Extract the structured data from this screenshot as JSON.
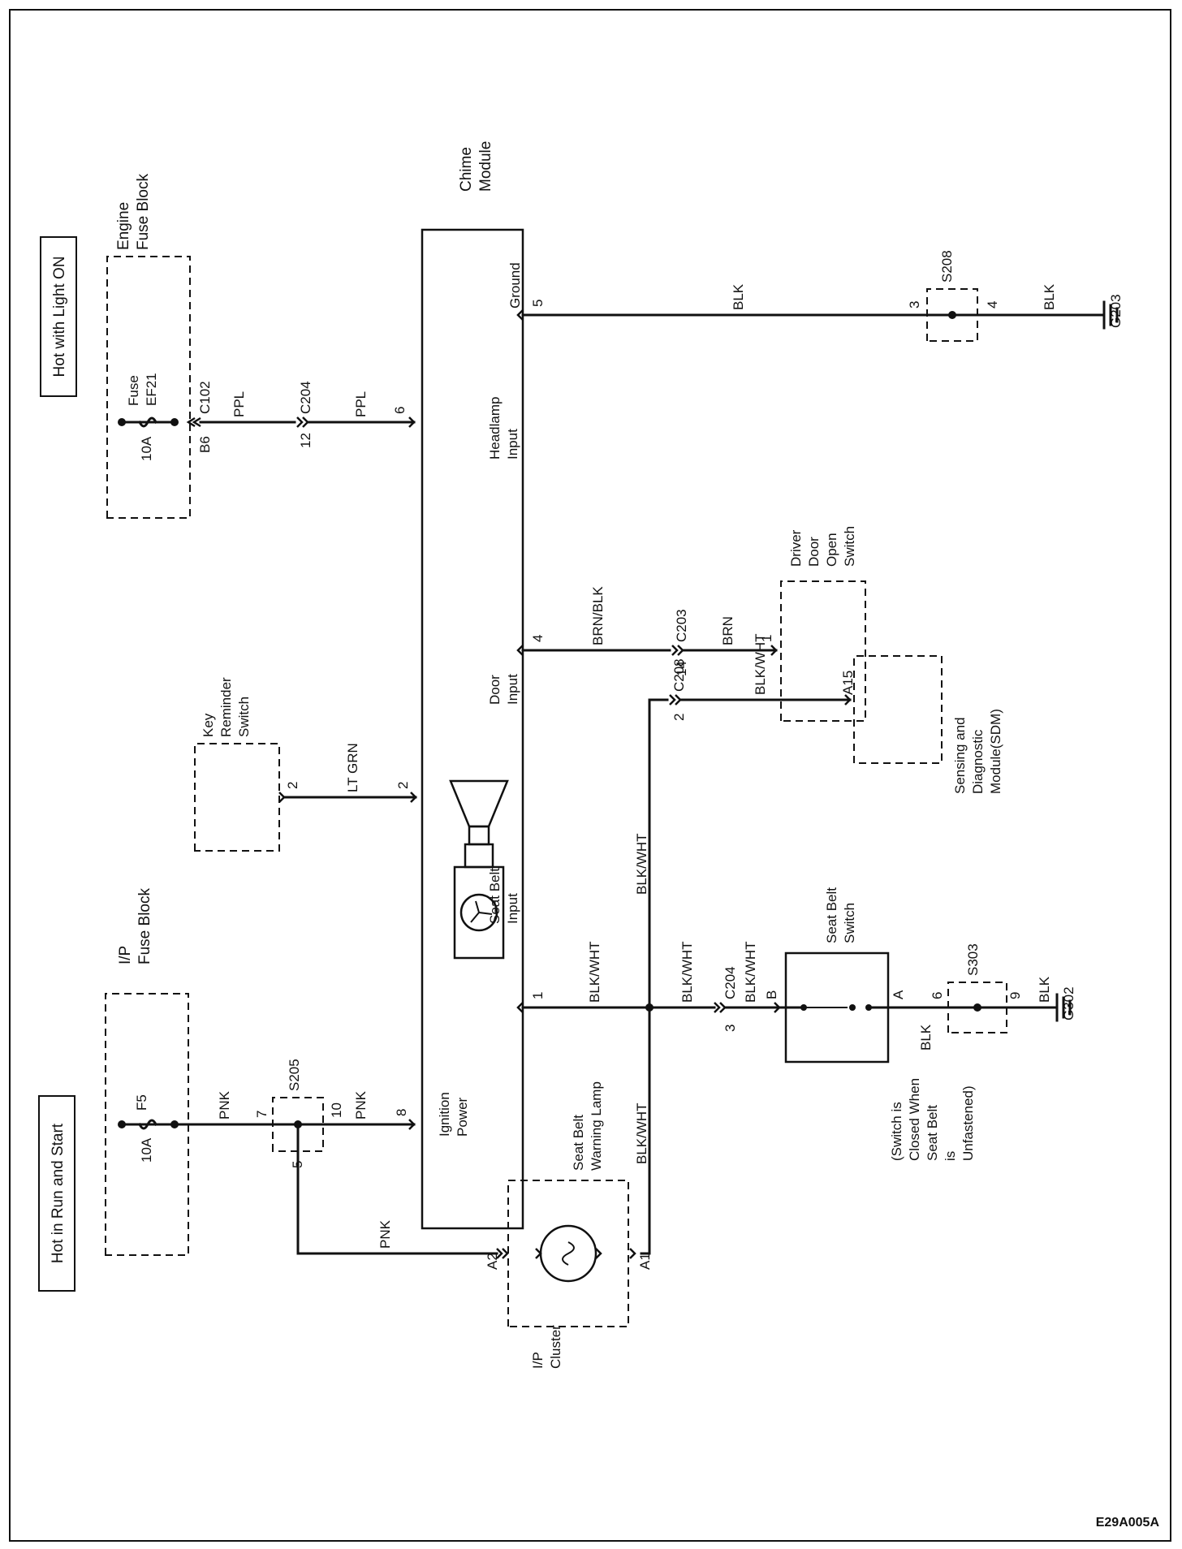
{
  "figure_id": "E29A005A",
  "power_sources": {
    "light_on": "Hot with Light ON",
    "run_start": "Hot in Run and Start"
  },
  "components": {
    "engine_fuse_block": [
      "Engine",
      "Fuse Block"
    ],
    "fuse_ef21": [
      "Fuse",
      "EF21"
    ],
    "fuse_ef21_rating": "10A",
    "ip_fuse_block": [
      "I/P",
      "Fuse Block"
    ],
    "fuse_f5": "F5",
    "fuse_f5_rating": "10A",
    "chime_module": [
      "Chime",
      "Module"
    ],
    "key_reminder": [
      "Key",
      "Reminder",
      "Switch"
    ],
    "driver_door": [
      "Driver",
      "Door",
      "Open",
      "Switch"
    ],
    "sdm": [
      "Sensing and",
      "Diagnostic",
      "Module(SDM)"
    ],
    "seat_belt_switch": [
      "Seat Belt",
      "Switch"
    ],
    "switch_note": [
      "(Switch is",
      "Closed When",
      "Seat Belt",
      "is",
      "Unfastened)"
    ],
    "warning_lamp": [
      "Seat Belt",
      "Warning Lamp"
    ],
    "ip_cluster": [
      "I/P",
      "Cluster"
    ]
  },
  "module_inputs": {
    "ground": "Ground",
    "headlamp": [
      "Headlamp",
      "Input"
    ],
    "door": [
      "Door",
      "Input"
    ],
    "seat_belt": [
      "Seat Belt",
      "Input"
    ],
    "ignition": [
      "Ignition",
      "Power"
    ]
  },
  "splices": {
    "s208": "S208",
    "s205": "S205",
    "s303": "S303"
  },
  "connectors": {
    "c102": "C102",
    "c204_top": "C204",
    "c203": "C203",
    "c208": "C208",
    "c204_bottom": "C204"
  },
  "grounds": {
    "g203": "G203",
    "g302": "G302"
  },
  "wire_colors": {
    "ppl_1": "PPL",
    "ppl_2": "PPL",
    "blk_ground": "BLK",
    "blk_g203": "BLK",
    "brn_blk": "BRN/BLK",
    "brn": "BRN",
    "lt_grn": "LT GRN",
    "blk_wht_sdm": "BLK/WHT",
    "blk_wht_vertical": "BLK/WHT",
    "blk_wht_main": "BLK/WHT",
    "blk_wht_c204": "BLK/WHT",
    "blk_wht_switch": "BLK/WHT",
    "blk_wht_lamp": "BLK/WHT",
    "pnk_fuse": "PNK",
    "pnk_ign": "PNK",
    "pnk_lamp": "PNK",
    "blk_switch": "BLK",
    "blk_g302": "BLK"
  },
  "pins": {
    "b6": "B6",
    "c204_12": "12",
    "mod_6": "6",
    "mod_5": "5",
    "s208_3": "3",
    "s208_4": "4",
    "mod_4": "4",
    "c203_14": "14",
    "door_1": "1",
    "kr_2": "2",
    "mod_2": "2",
    "c208_2": "2",
    "sdm_a15": "A15",
    "mod_1": "1",
    "c204_3": "3",
    "sw_b": "B",
    "sw_a": "A",
    "s303_6": "6",
    "s303_9": "9",
    "s205_7": "7",
    "s205_10": "10",
    "s205_5": "5",
    "mod_8": "8",
    "lamp_a2": "A2",
    "lamp_a1": "A1"
  }
}
